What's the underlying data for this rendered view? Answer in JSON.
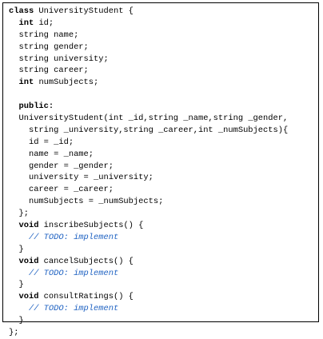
{
  "document": {
    "language": "C++",
    "lines": [
      {
        "indent": 0,
        "segments": [
          {
            "t": "class",
            "k": "kw"
          },
          {
            "t": " UniversityStudent {",
            "k": ""
          }
        ]
      },
      {
        "indent": 1,
        "segments": [
          {
            "t": "int",
            "k": "kw"
          },
          {
            "t": " id;",
            "k": ""
          }
        ]
      },
      {
        "indent": 1,
        "segments": [
          {
            "t": "string name;",
            "k": ""
          }
        ]
      },
      {
        "indent": 1,
        "segments": [
          {
            "t": "string gender;",
            "k": ""
          }
        ]
      },
      {
        "indent": 1,
        "segments": [
          {
            "t": "string university;",
            "k": ""
          }
        ]
      },
      {
        "indent": 1,
        "segments": [
          {
            "t": "string career;",
            "k": ""
          }
        ]
      },
      {
        "indent": 1,
        "segments": [
          {
            "t": "int",
            "k": "kw"
          },
          {
            "t": " numSubjects;",
            "k": ""
          }
        ]
      },
      {
        "indent": 0,
        "segments": []
      },
      {
        "indent": 1,
        "segments": [
          {
            "t": "public:",
            "k": "kw"
          }
        ]
      },
      {
        "indent": 1,
        "segments": [
          {
            "t": "UniversityStudent(int _id,string _name,string _gender,",
            "k": ""
          }
        ]
      },
      {
        "indent": 2,
        "segments": [
          {
            "t": "string _university,string _career,int _numSubjects){",
            "k": ""
          }
        ]
      },
      {
        "indent": 2,
        "segments": [
          {
            "t": "id = _id;",
            "k": ""
          }
        ]
      },
      {
        "indent": 2,
        "segments": [
          {
            "t": "name = _name;",
            "k": ""
          }
        ]
      },
      {
        "indent": 2,
        "segments": [
          {
            "t": "gender = _gender;",
            "k": ""
          }
        ]
      },
      {
        "indent": 2,
        "segments": [
          {
            "t": "university = _university;",
            "k": ""
          }
        ]
      },
      {
        "indent": 2,
        "segments": [
          {
            "t": "career = _career;",
            "k": ""
          }
        ]
      },
      {
        "indent": 2,
        "segments": [
          {
            "t": "numSubjects = _numSubjects;",
            "k": ""
          }
        ]
      },
      {
        "indent": 1,
        "segments": [
          {
            "t": "};",
            "k": ""
          }
        ]
      },
      {
        "indent": 1,
        "segments": [
          {
            "t": "void",
            "k": "kw"
          },
          {
            "t": " inscribeSubjects() {",
            "k": ""
          }
        ]
      },
      {
        "indent": 2,
        "segments": [
          {
            "t": "// TODO: implement",
            "k": "cm"
          }
        ]
      },
      {
        "indent": 1,
        "segments": [
          {
            "t": "}",
            "k": ""
          }
        ]
      },
      {
        "indent": 1,
        "segments": [
          {
            "t": "void",
            "k": "kw"
          },
          {
            "t": " cancelSubjects() {",
            "k": ""
          }
        ]
      },
      {
        "indent": 2,
        "segments": [
          {
            "t": "// TODO: implement",
            "k": "cm"
          }
        ]
      },
      {
        "indent": 1,
        "segments": [
          {
            "t": "}",
            "k": ""
          }
        ]
      },
      {
        "indent": 1,
        "segments": [
          {
            "t": "void",
            "k": "kw"
          },
          {
            "t": " consultRatings() {",
            "k": ""
          }
        ]
      },
      {
        "indent": 2,
        "segments": [
          {
            "t": "// TODO: implement",
            "k": "cm"
          }
        ]
      },
      {
        "indent": 1,
        "segments": [
          {
            "t": "}",
            "k": ""
          }
        ]
      },
      {
        "indent": 0,
        "segments": [
          {
            "t": "};",
            "k": ""
          }
        ]
      }
    ]
  },
  "colors": {
    "text": "#000000",
    "comment": "#1f62c2",
    "border": "#000000",
    "background": "#ffffff"
  }
}
